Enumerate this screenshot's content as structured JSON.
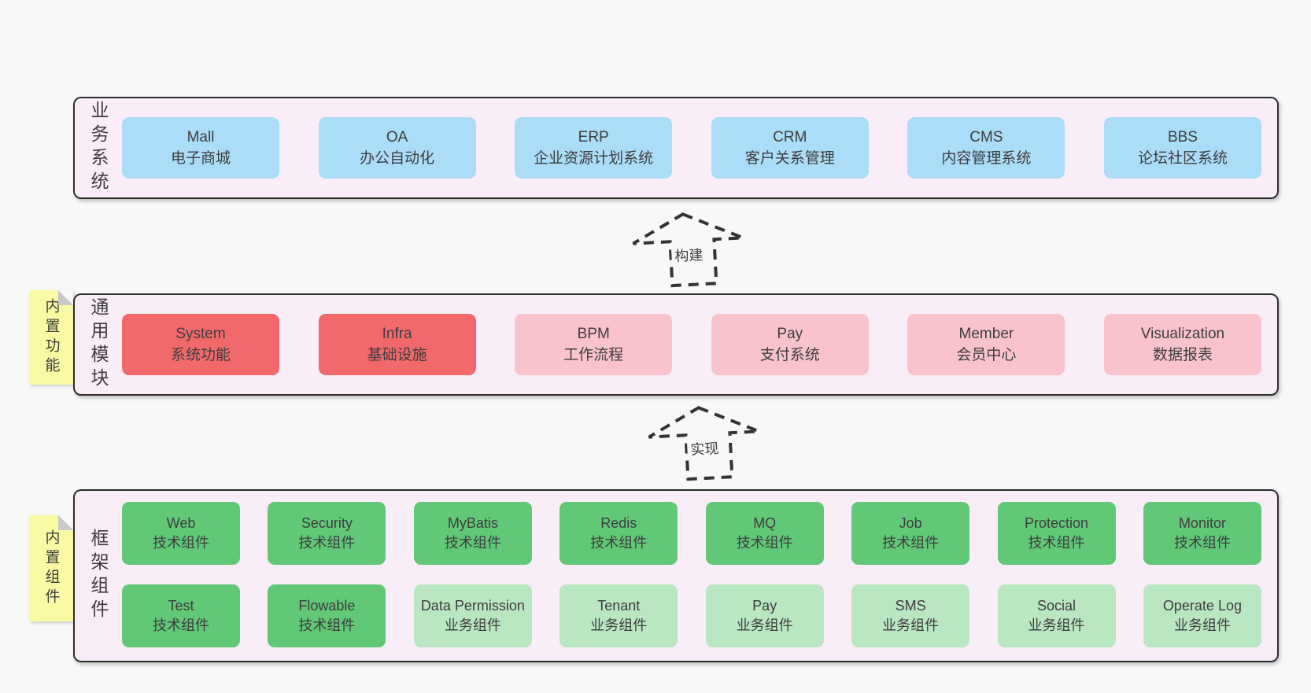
{
  "colors": {
    "page_bg": "#f8f8f8",
    "band_bg": "#f9edf7",
    "band_border": "#2e2e2e",
    "blue": "#abdcf8",
    "red": "#f2696b",
    "pink": "#f9c3cd",
    "green": "#61c878",
    "light_green": "#b9e7c2",
    "sticky_yellow": "#fafaa5",
    "fold_gray": "#c9c9c9",
    "text": "#3d3d3d",
    "arrow": "#333333"
  },
  "bands": [
    {
      "label": "业务系统",
      "boxes": [
        {
          "title": "Mall",
          "subtitle": "电子商城",
          "variant": "blue"
        },
        {
          "title": "OA",
          "subtitle": "办公自动化",
          "variant": "blue"
        },
        {
          "title": "ERP",
          "subtitle": "企业资源计划系统",
          "variant": "blue"
        },
        {
          "title": "CRM",
          "subtitle": "客户关系管理",
          "variant": "blue"
        },
        {
          "title": "CMS",
          "subtitle": "内容管理系统",
          "variant": "blue"
        },
        {
          "title": "BBS",
          "subtitle": "论坛社区系统",
          "variant": "blue"
        }
      ]
    },
    {
      "label": "通用模块",
      "sticky": "内置功能",
      "boxes": [
        {
          "title": "System",
          "subtitle": "系统功能",
          "variant": "red"
        },
        {
          "title": "Infra",
          "subtitle": "基础设施",
          "variant": "red"
        },
        {
          "title": "BPM",
          "subtitle": "工作流程",
          "variant": "pink"
        },
        {
          "title": "Pay",
          "subtitle": "支付系统",
          "variant": "pink"
        },
        {
          "title": "Member",
          "subtitle": "会员中心",
          "variant": "pink"
        },
        {
          "title": "Visualization",
          "subtitle": "数据报表",
          "variant": "pink"
        }
      ]
    },
    {
      "label": "框架组件",
      "sticky": "内置组件",
      "rows": [
        [
          {
            "title": "Web",
            "subtitle": "技术组件",
            "variant": "green"
          },
          {
            "title": "Security",
            "subtitle": "技术组件",
            "variant": "green"
          },
          {
            "title": "MyBatis",
            "subtitle": "技术组件",
            "variant": "green"
          },
          {
            "title": "Redis",
            "subtitle": "技术组件",
            "variant": "green"
          },
          {
            "title": "MQ",
            "subtitle": "技术组件",
            "variant": "green"
          },
          {
            "title": "Job",
            "subtitle": "技术组件",
            "variant": "green"
          },
          {
            "title": "Protection",
            "subtitle": "技术组件",
            "variant": "green"
          },
          {
            "title": "Monitor",
            "subtitle": "技术组件",
            "variant": "green"
          }
        ],
        [
          {
            "title": "Test",
            "subtitle": "技术组件",
            "variant": "green"
          },
          {
            "title": "Flowable",
            "subtitle": "技术组件",
            "variant": "green"
          },
          {
            "title": "Data Permission",
            "subtitle": "业务组件",
            "variant": "lightgreen"
          },
          {
            "title": "Tenant",
            "subtitle": "业务组件",
            "variant": "lightgreen"
          },
          {
            "title": "Pay",
            "subtitle": "业务组件",
            "variant": "lightgreen"
          },
          {
            "title": "SMS",
            "subtitle": "业务组件",
            "variant": "lightgreen"
          },
          {
            "title": "Social",
            "subtitle": "业务组件",
            "variant": "lightgreen"
          },
          {
            "title": "Operate Log",
            "subtitle": "业务组件",
            "variant": "lightgreen"
          }
        ]
      ]
    }
  ],
  "arrows": [
    {
      "label": "构建"
    },
    {
      "label": "实现"
    }
  ]
}
